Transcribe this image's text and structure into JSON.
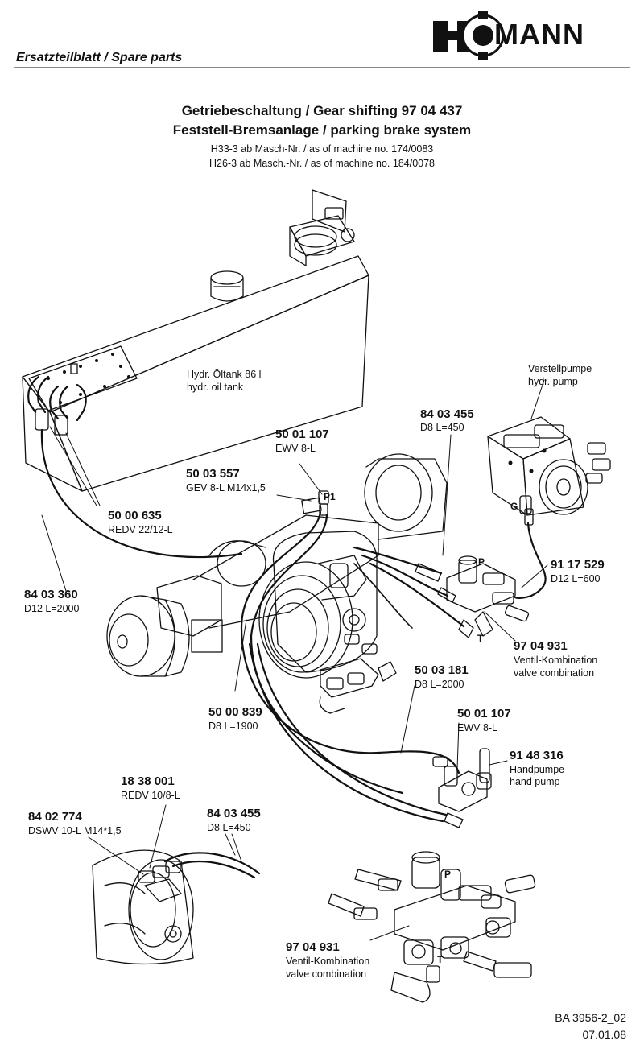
{
  "header": {
    "section": "Ersatzteilblatt / Spare parts",
    "logo_text": "HOFMANN"
  },
  "titles": {
    "line1": "Getriebeschaltung / Gear shifting   97 04 437",
    "line2": "Feststell-Bremsanlage / parking brake system",
    "line3": "H33-3 ab Masch-Nr. / as of machine no. 174/0083",
    "line4": "H26-3 ab Masch.-Nr. / as of machine no. 184/0078"
  },
  "components": {
    "tank": [
      "Hydr. Öltank 86 l",
      "hydr. oil tank"
    ],
    "pump": [
      "Verstellpumpe",
      "hydr. pump"
    ],
    "valve1": [
      "Ventil-Kombination",
      "valve combination"
    ],
    "handpump": [
      "Handpumpe",
      "hand pump"
    ],
    "valve2": [
      "Ventil-Kombination",
      "valve combination"
    ]
  },
  "parts": [
    {
      "number": "50 00 635",
      "desc": "REDV 22/12-L"
    },
    {
      "number": "84 03 360",
      "desc": "D12 L=2000"
    },
    {
      "number": "50 01 107",
      "desc": "EWV 8-L"
    },
    {
      "number": "50 03 557",
      "desc": "GEV 8-L M14x1,5"
    },
    {
      "number": "84 03 455",
      "desc": "D8 L=450"
    },
    {
      "number": "91 17 529",
      "desc": "D12 L=600"
    },
    {
      "number": "97 04 931",
      "desc": ""
    },
    {
      "number": "50 03 181",
      "desc": "D8 L=2000"
    },
    {
      "number": "50 00 839",
      "desc": "D8 L=1900"
    },
    {
      "number": "50 01 107",
      "desc": "EWV 8-L"
    },
    {
      "number": "91 48 316",
      "desc": ""
    },
    {
      "number": "18 38 001",
      "desc": "REDV 10/8-L"
    },
    {
      "number": "84 02 774",
      "desc": "DSWV 10-L M14*1,5"
    },
    {
      "number": "84 03 455",
      "desc": "D8 L=450"
    },
    {
      "number": "97 04 931",
      "desc": ""
    }
  ],
  "ports": {
    "p1": "P1",
    "g": "G",
    "p_a": "P",
    "t_a": "T",
    "p_b": "P",
    "t_b": "T"
  },
  "footer": {
    "doc": "BA 3956-2_02",
    "date": "07.01.08"
  }
}
